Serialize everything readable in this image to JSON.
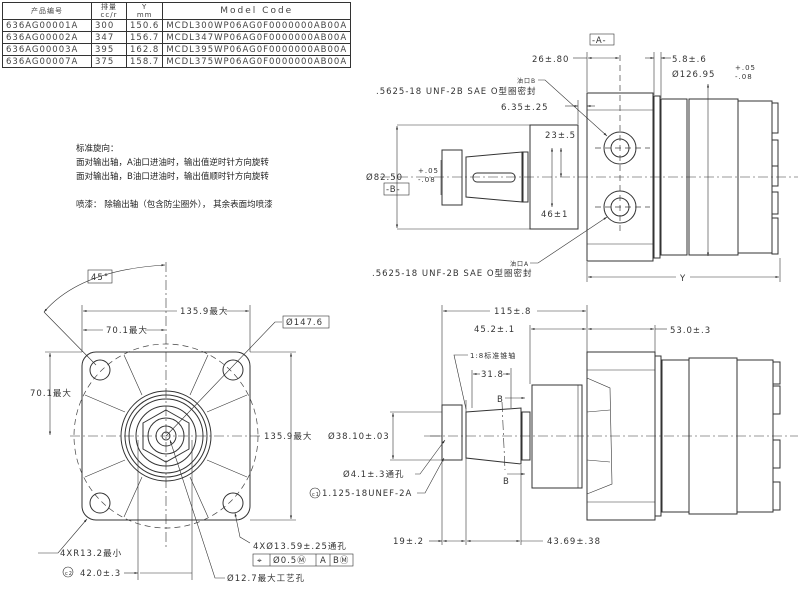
{
  "table": {
    "headers": {
      "part_no": "产品编号",
      "disp_top": "排量",
      "disp_unit": "cc/r",
      "y_top": "Y",
      "y_unit": "mm",
      "model": "Model Code"
    },
    "rows": [
      {
        "part_no": "636AG00001A",
        "disp": "300",
        "y": "150.6",
        "model": "MCDL300WP06AG0F0000000AB00A"
      },
      {
        "part_no": "636AG00002A",
        "disp": "347",
        "y": "156.7",
        "model": "MCDL347WP06AG0F0000000AB00A"
      },
      {
        "part_no": "636AG00003A",
        "disp": "395",
        "y": "162.8",
        "model": "MCDL395WP06AG0F0000000AB00A"
      },
      {
        "part_no": "636AG00007A",
        "disp": "375",
        "y": "158.7",
        "model": "MCDL375WP06AG0F0000000AB00A"
      }
    ]
  },
  "notes": {
    "rotation_title": "标准旋向：",
    "rotation_a": "面对输出轴，A油口进油时，输出值逆时针方向旋转",
    "rotation_b": "面对输出轴，B油口进油时，输出值顺时针方向旋转",
    "paint": "喷漆：  除输出轴（包含防尘圈外），  其余表面均喷漆"
  },
  "top_view": {
    "datum_a": "-A-",
    "datum_b": "-B-",
    "dim_26": "26±.80",
    "dim_58": "5.8±.6",
    "dim_126": "Ø126.95",
    "tol_126_plus": "+.05",
    "tol_126_minus": "-.08",
    "port_b": "油口B",
    "port_a": "油口A",
    "thread_b": ".5625-18 UNF-2B SAE O型圈密封",
    "thread_a": ".5625-18 UNF-2B SAE O型圈密封",
    "dim_635": "6.35±.25",
    "dim_23": "23±.5",
    "dim_46": "46±1",
    "dim_82": "Ø82.50",
    "tol_82_plus": "+.05",
    "tol_82_minus": "-.08",
    "dim_y": "Y"
  },
  "front_view": {
    "angle": "45°",
    "dim_1359_h": "135.9最大",
    "dim_701_h": "70.1最大",
    "dim_1476": "Ø147.6",
    "dim_701_v": "70.1最大",
    "dim_1359_v": "135.9最大",
    "radius": "4XR13.2最小",
    "dim_42": "42.0±.3",
    "note_42": "c2",
    "holes": "4XØ13.59±.25通孔",
    "fcf": [
      "⌖",
      "Ø0.5Ⓜ",
      "A",
      "BⓂ"
    ],
    "dim_127": "Ø12.7最大工艺孔"
  },
  "side_view": {
    "dim_115": "115±.8",
    "dim_452": "45.2±.1",
    "dim_530": "53.0±.3",
    "taper": "1:8标准锥轴",
    "dim_318": "31.8",
    "section_b": "B",
    "dim_3810": "Ø38.10±.03",
    "dim_41": "Ø4.1±.3通孔",
    "thread": "1.125-18UNEF-2A",
    "note_thread": "c1",
    "dim_19": "19±.2",
    "dim_4369": "43.69±.38"
  }
}
